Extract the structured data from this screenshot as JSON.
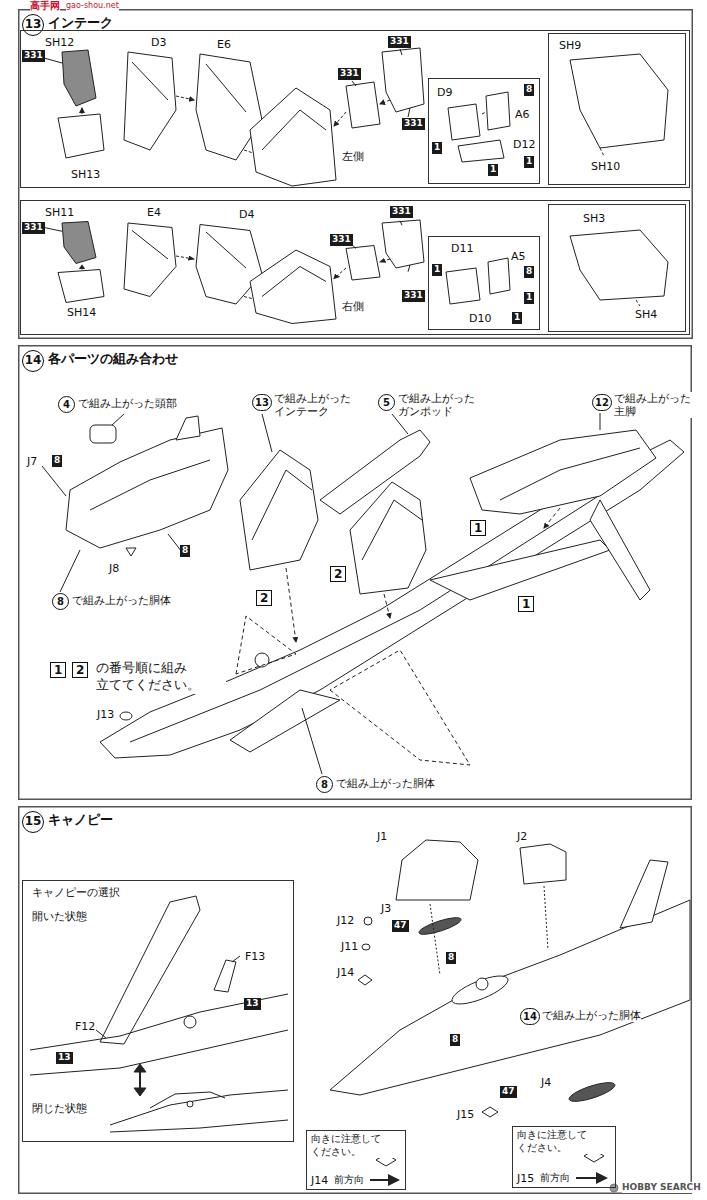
{
  "diagram": {
    "nodes": [
      {
        "text": [
          "13",
          "インテーク"
        ]
      },
      {
        "text": [
          "左側"
        ],
        "in": 0
      },
      {
        "text": [
          "D9",
          "8",
          "A6",
          "1",
          "D12",
          "1",
          "1"
        ],
        "in": 1
      },
      {
        "text": [
          "SH9",
          "SH10"
        ],
        "in": 1
      },
      {
        "text": [
          "右側"
        ],
        "in": 0
      },
      {
        "text": [
          "D11",
          "1",
          "A5",
          "8",
          "1",
          "D10",
          "1"
        ],
        "in": 4
      },
      {
        "text": [
          "SH3",
          "SH4"
        ],
        "in": 4
      },
      {
        "text": [
          "14",
          "各パーツの組み合わせ"
        ]
      },
      {
        "text": [
          "15",
          "キャノピー"
        ]
      },
      {
        "text": [
          "キャノピーの選択",
          "開いた状態",
          "F12",
          "13",
          "F13",
          "13",
          "閉じた状態"
        ],
        "in": 8
      },
      {
        "text": [
          "向きに注意して ください。",
          "J14",
          "前方向"
        ],
        "in": 8
      },
      {
        "text": [
          "向きに注意して ください。",
          "J15",
          "前方向"
        ],
        "in": 8
      }
    ],
    "labels": [
      "高手网",
      "gao-shou.net",
      "SH12",
      "331",
      "SH13",
      "D3",
      "E6",
      "331",
      "331",
      "331",
      "SH11",
      "331",
      "SH14",
      "E4",
      "D4",
      "331",
      "331",
      "331",
      "4",
      "で組み上がった頭部",
      "J7",
      "8",
      "J8",
      "8",
      "8",
      "で組み上がった胴体",
      "13",
      "で組み上がった インテーク",
      "5",
      "で組み上がった ガンポッド",
      "12",
      "で組み上がった 主脚",
      "2",
      "2",
      "1",
      "1",
      "1",
      "2",
      "の番号順に組み 立ててください。",
      "J13",
      "8",
      "で組み上がった胴体",
      "J1",
      "J2",
      "J3",
      "47",
      "8",
      "J12",
      "J11",
      "J14",
      "14",
      "で組み上がった胴体",
      "8",
      "J4",
      "47",
      "J15",
      "HOBBY SEARCH"
    ]
  }
}
